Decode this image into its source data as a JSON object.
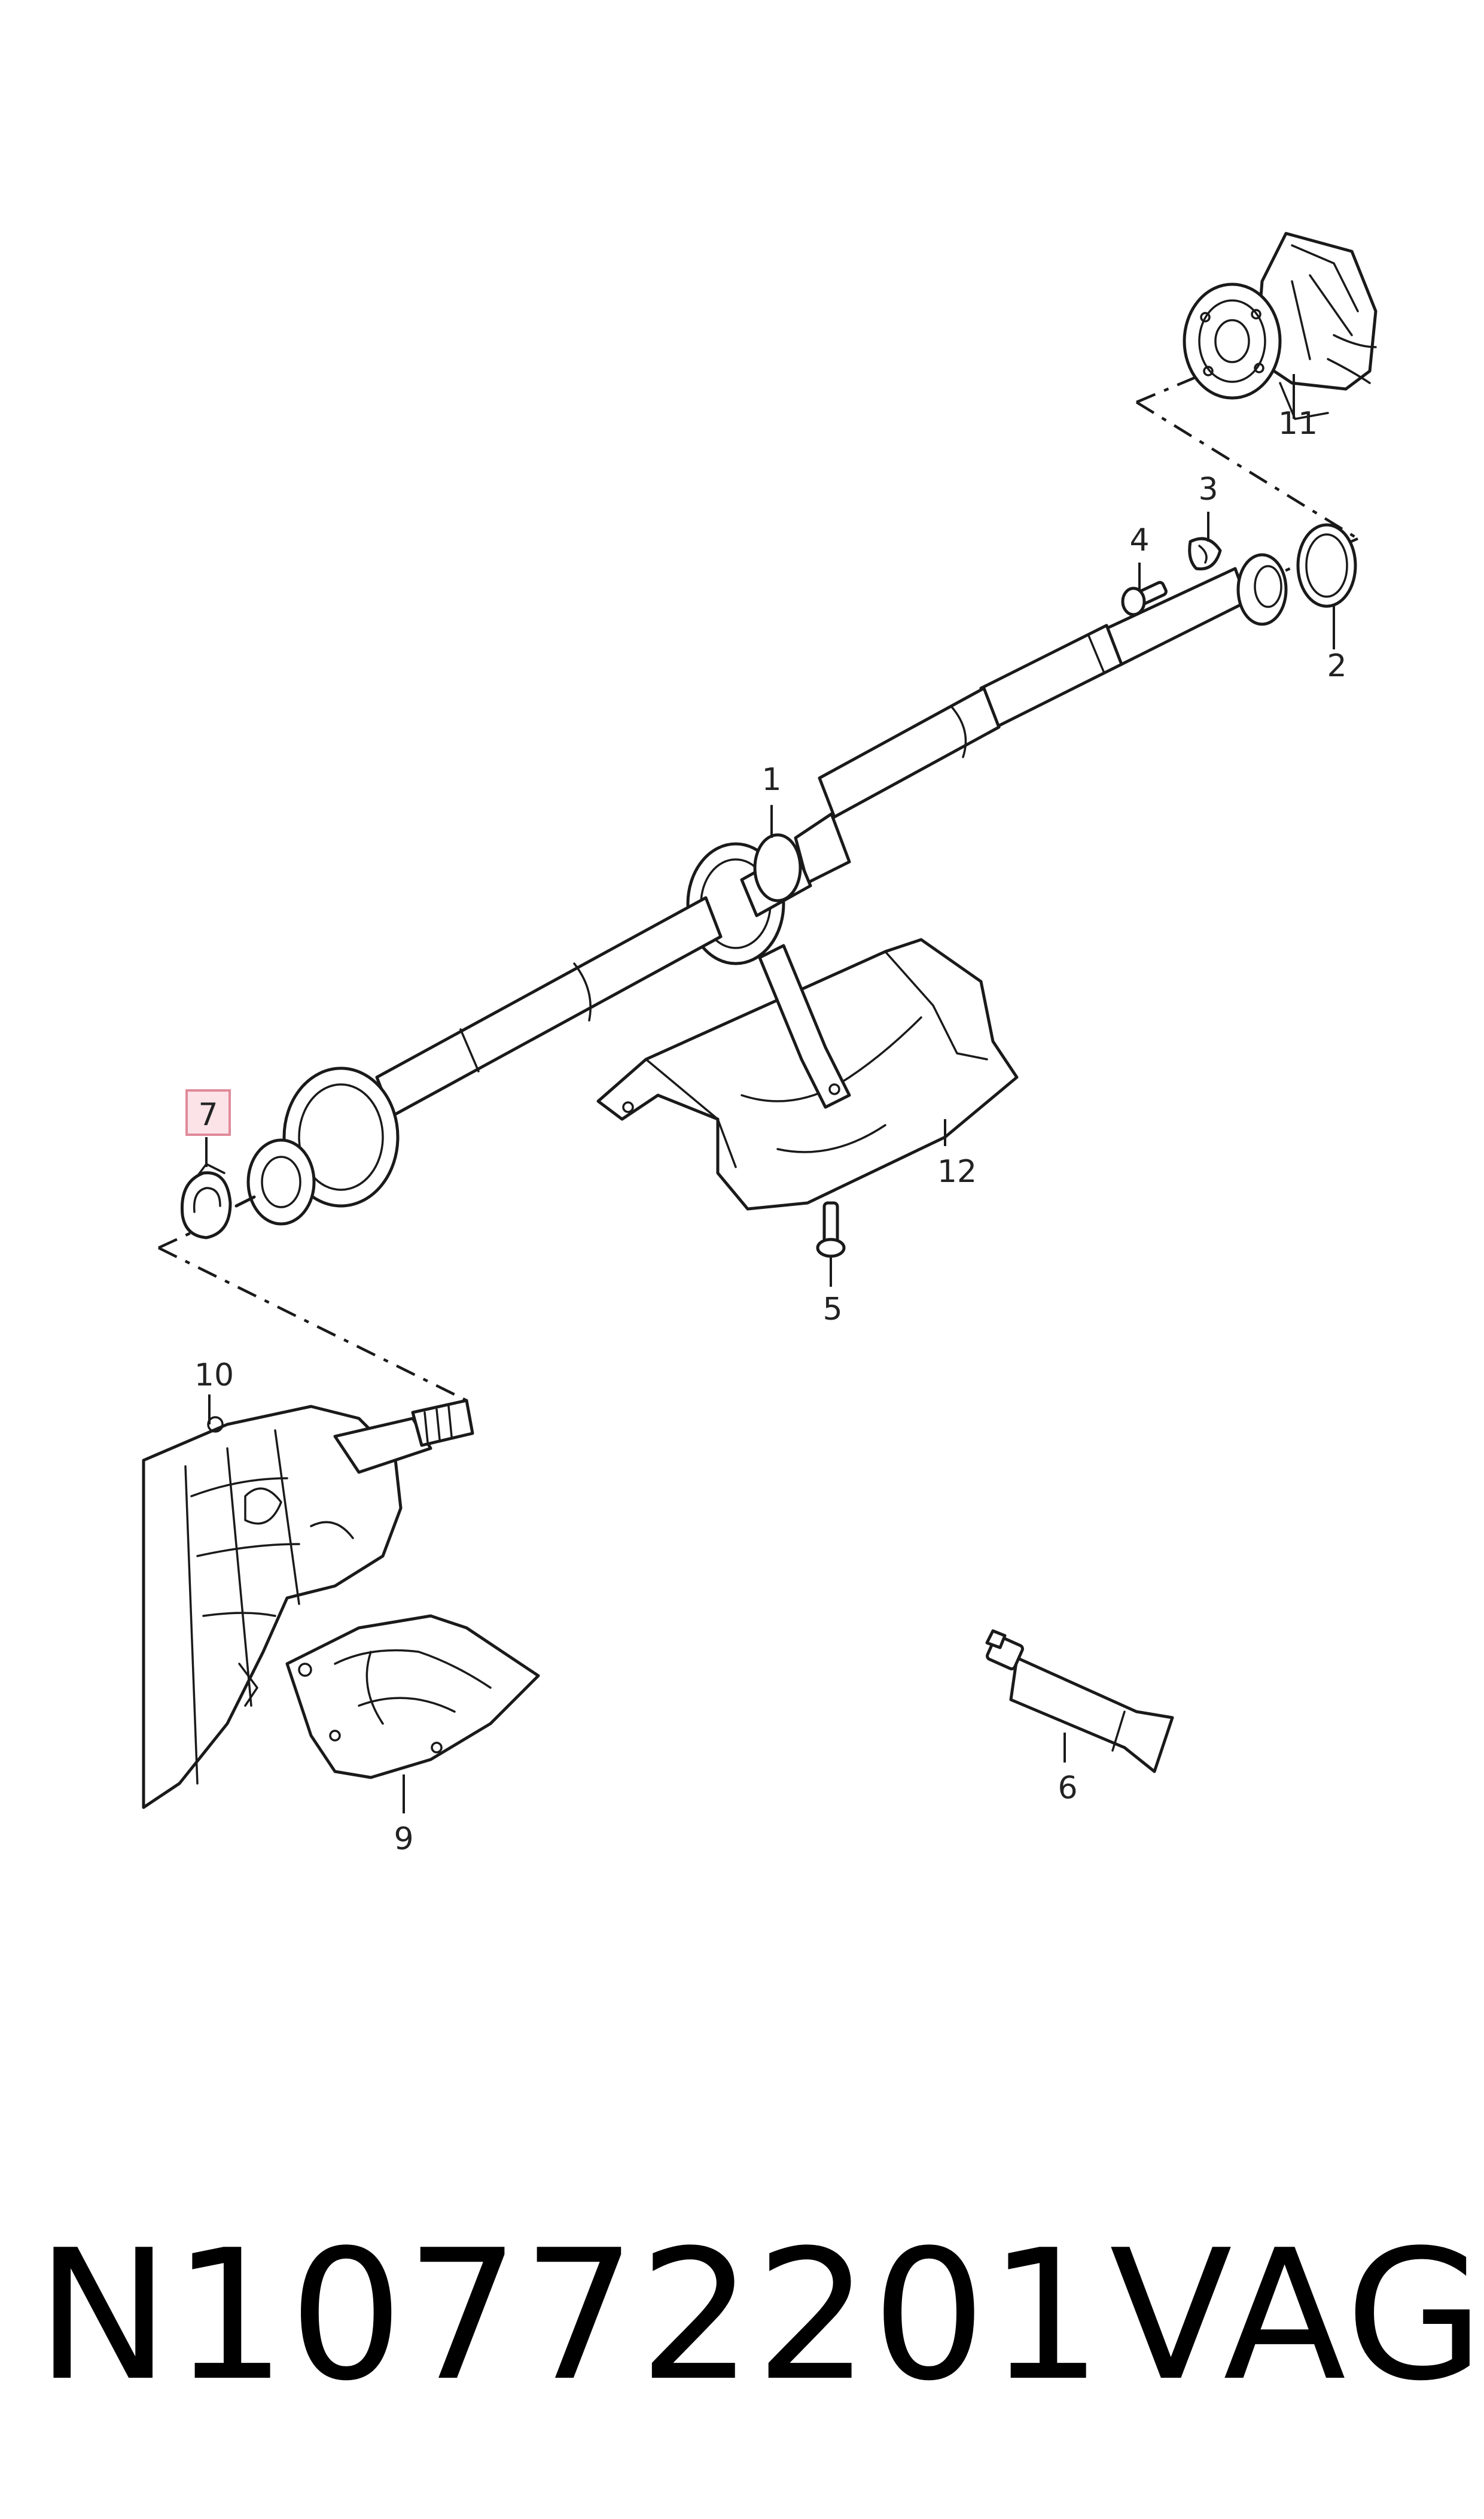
{
  "callouts": [
    {
      "id": "1",
      "label": "1"
    },
    {
      "id": "2",
      "label": "2"
    },
    {
      "id": "3",
      "label": "3"
    },
    {
      "id": "4",
      "label": "4"
    },
    {
      "id": "5",
      "label": "5"
    },
    {
      "id": "6",
      "label": "6"
    },
    {
      "id": "7",
      "label": "7",
      "highlighted": true
    },
    {
      "id": "9",
      "label": "9"
    },
    {
      "id": "10",
      "label": "10"
    },
    {
      "id": "11",
      "label": "11"
    },
    {
      "id": "12",
      "label": "12"
    }
  ],
  "footer": {
    "part_number": "N10772201",
    "brand": "VAG"
  },
  "colors": {
    "line": "#1a1a1a",
    "highlight_fill": "#fbe3e8",
    "highlight_stroke": "#e08a9a"
  }
}
